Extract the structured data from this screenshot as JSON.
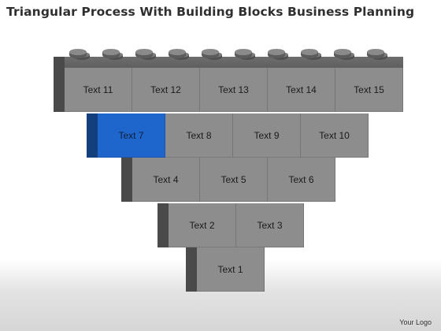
{
  "title": "Triangular Process With Building Blocks Business Planning",
  "logo": "Your Logo",
  "blocks": {
    "b1": "Text 1",
    "b2": "Text 2",
    "b3": "Text 3",
    "b4": "Text 4",
    "b5": "Text 5",
    "b6": "Text 6",
    "b7": "Text 7",
    "b8": "Text 8",
    "b9": "Text 9",
    "b10": "Text 10",
    "b11": "Text 11",
    "b12": "Text 12",
    "b13": "Text 13",
    "b14": "Text 14",
    "b15": "Text 15"
  },
  "colors": {
    "brick": "#8d8d8d",
    "brick_side": "#4a4a4a",
    "highlight": "#1f66cc",
    "highlight_side": "#133f7c"
  }
}
